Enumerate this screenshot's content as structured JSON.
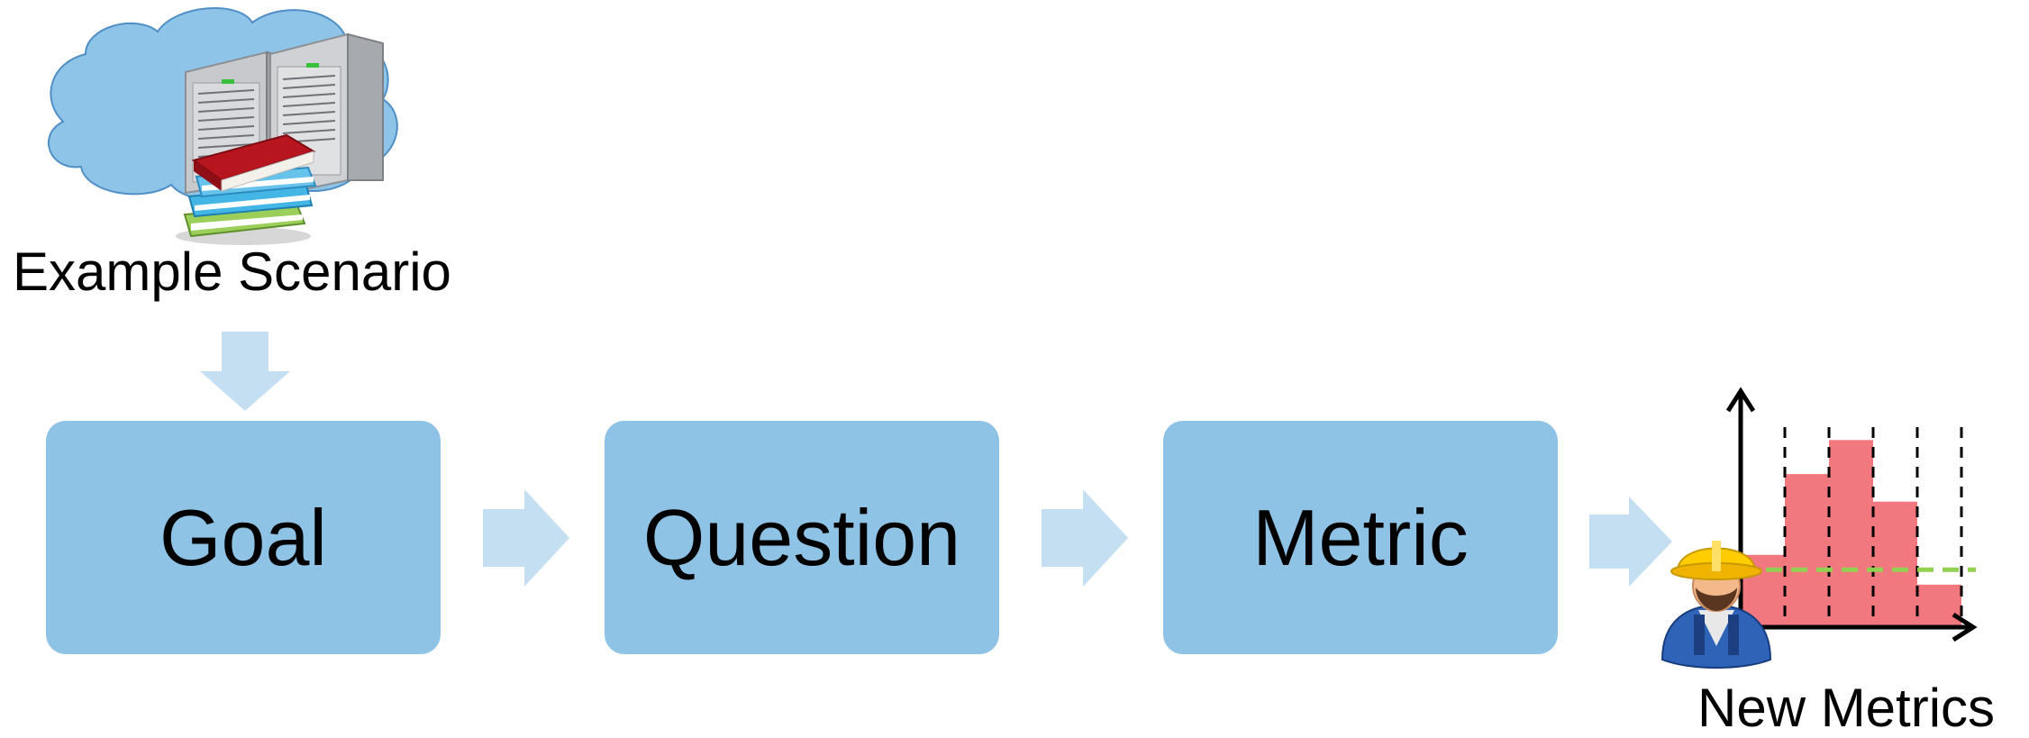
{
  "scenario": {
    "label": "Example Scenario"
  },
  "flow": [
    {
      "label": "Goal"
    },
    {
      "label": "Question"
    },
    {
      "label": "Metric"
    }
  ],
  "result": {
    "label": "New Metrics"
  },
  "colors": {
    "box_fill": "#8fc3e6",
    "arrow_fill": "#c5dff2",
    "cloud_fill": "#8ec4e8",
    "bar_fill": "#f2787f",
    "threshold_line": "#92d050"
  },
  "icons": [
    "cloud-icon",
    "server-icon",
    "books-icon",
    "worker-icon",
    "histogram-icon"
  ],
  "histogram": {
    "bars": [
      0.34,
      0.72,
      0.88,
      0.59,
      0.2
    ],
    "threshold": 0.27
  }
}
